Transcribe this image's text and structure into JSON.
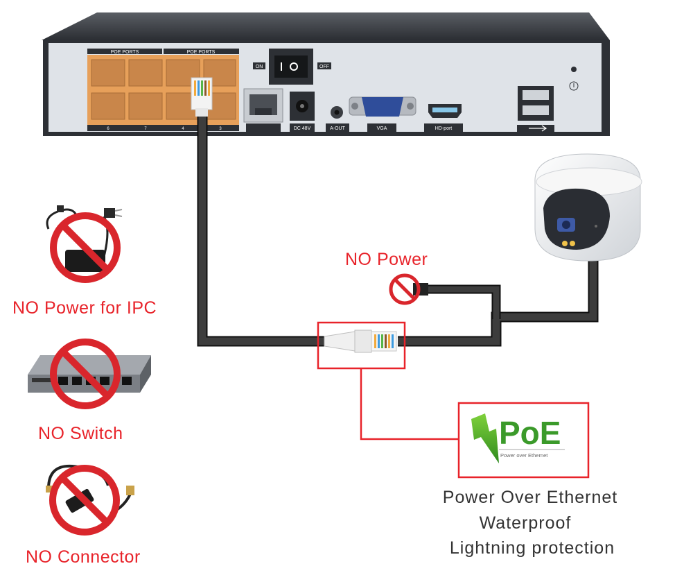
{
  "nvr": {
    "poe_ports_label_left": "POE PORTS",
    "poe_ports_label_right": "POE PORTS",
    "port_numbers": [
      "6",
      "7",
      "4",
      "3"
    ],
    "on_label": "ON",
    "off_label": "OFF",
    "dc_label": "DC 48V",
    "aout_label": "A-OUT",
    "vga_label": "VGA",
    "hd_label": "HD-port"
  },
  "labels": {
    "no_power": "NO Power",
    "no_power_ipc": "NO Power for IPC",
    "no_switch": "NO Switch",
    "no_connector": "NO Connector"
  },
  "poe_logo": {
    "text": "PoE",
    "subtitle": "Power over Ethernet"
  },
  "features": [
    "Power Over Ethernet",
    "Waterproof",
    "Lightning protection"
  ],
  "colors": {
    "prohibit_red": "#d9262c",
    "label_red": "#e8232a",
    "cable": "#3a3a3a",
    "poe_port_orange": "#e8a15a",
    "nvr_panel": "#dfe3e8",
    "poe_green": "#4caf2a"
  }
}
